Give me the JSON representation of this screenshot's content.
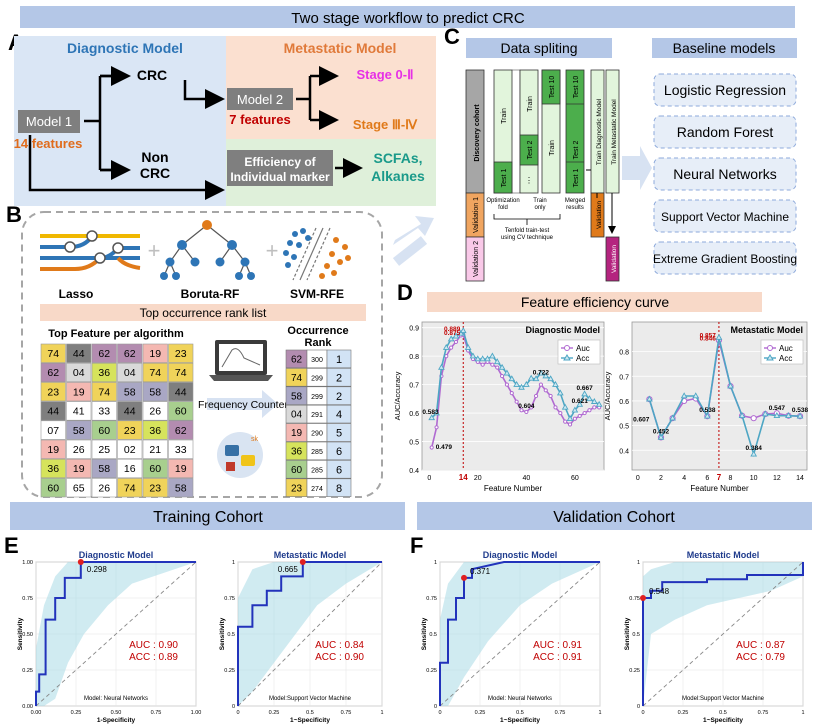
{
  "title": "Two stage workflow to predict CRC",
  "panelA": {
    "letter": "A",
    "diagnostic_header": "Diagnostic Model",
    "metastatic_header": "Metastatic Model",
    "model1": "Model 1",
    "model1_features": "14 features",
    "crc": "CRC",
    "non_crc_1": "Non",
    "non_crc_2": "CRC",
    "model2": "Model 2",
    "model2_features": "7 features",
    "stage_early": "Stage 0-Ⅱ",
    "stage_late": "Stage Ⅲ-Ⅳ",
    "efficiency_1": "Efficiency of",
    "efficiency_2": "Individual marker",
    "scfas": "SCFAs,",
    "alkanes": "Alkanes"
  },
  "panelB": {
    "letter": "B",
    "methods": [
      "Lasso",
      "Boruta-RF",
      "SVM-RFE"
    ],
    "rank_list_title": "Top occurrence rank list",
    "grid_title": "Top Feature per algorithm",
    "grid": [
      [
        "74",
        "44",
        "62",
        "62",
        "19",
        "23"
      ],
      [
        "62",
        "04",
        "36",
        "04",
        "74",
        "74"
      ],
      [
        "23",
        "19",
        "74",
        "58",
        "58",
        "44"
      ],
      [
        "44",
        "41",
        "33",
        "44",
        "26",
        "60"
      ],
      [
        "07",
        "58",
        "60",
        "23",
        "36",
        "62"
      ],
      [
        "19",
        "26",
        "25",
        "02",
        "21",
        "33"
      ],
      [
        "36",
        "19",
        "58",
        "16",
        "60",
        "19"
      ],
      [
        "60",
        "65",
        "26",
        "74",
        "23",
        "58"
      ]
    ],
    "counter_label": "Frequency Counter",
    "occurrence_title_1": "Occurrence",
    "occurrence_title_2": "Rank",
    "occurrence": [
      {
        "feature": "62",
        "count": "300",
        "rank": "1"
      },
      {
        "feature": "74",
        "count": "299",
        "rank": "2"
      },
      {
        "feature": "58",
        "count": "299",
        "rank": "2"
      },
      {
        "feature": "04",
        "count": "291",
        "rank": "4"
      },
      {
        "feature": "19",
        "count": "290",
        "rank": "5"
      },
      {
        "feature": "36",
        "count": "285",
        "rank": "6"
      },
      {
        "feature": "60",
        "count": "285",
        "rank": "6"
      },
      {
        "feature": "23",
        "count": "274",
        "rank": "8"
      }
    ],
    "colors": {
      "74": "#f0d35a",
      "44": "#7f7f7f",
      "62": "#b38cb0",
      "19": "#f4b8b2",
      "23": "#f0d35a",
      "04": "#d9d9d9",
      "36": "#d6e35c",
      "58": "#a9a7c4",
      "41": "#ffffff",
      "33": "#ffffff",
      "26": "#ffffff",
      "60": "#a8cf8e",
      "07": "#ffffff",
      "25": "#ffffff",
      "02": "#ffffff",
      "21": "#ffffff",
      "16": "#ffffff",
      "65": "#ffffff"
    }
  },
  "panelC": {
    "letter": "C",
    "split_title": "Data spliting",
    "baseline_title": "Baseline models",
    "discovery": "Discovery cohort",
    "validation1": "Validation 1",
    "validation2": "Validation 2",
    "train": "Train",
    "test1": "Test 1",
    "test2": "Test 2",
    "test10": "Test 10",
    "train_diag": "Train Diagnostic Model",
    "train_meta": "Train Metastatic Model",
    "validation": "Validation",
    "opt_fold_1": "Optimization",
    "opt_fold_2": "fold",
    "train_only_1": "Train",
    "train_only_2": "only",
    "merged_1": "Merged",
    "merged_2": "results",
    "tenfold_1": "Tenfold train-test",
    "tenfold_2": "using CV technique",
    "models": [
      "Logistic Regression",
      "Random Forest",
      "Neural Networks",
      "Support Vector Machine",
      "Extreme Gradient Boosting"
    ]
  },
  "panelD": {
    "letter": "D",
    "title": "Feature efficiency curve"
  },
  "chart_data": [
    {
      "type": "line",
      "title": "Diagnostic Model",
      "xlabel": "Feature Number",
      "ylabel": "AUC/Accuracy",
      "xlim": [
        -3,
        72
      ],
      "ylim": [
        0.4,
        0.92
      ],
      "xticks": [
        "0",
        "14",
        "20",
        "40",
        "60"
      ],
      "yticks": [
        "0.4",
        "0.5",
        "0.6",
        "0.7",
        "0.8",
        "0.9"
      ],
      "vline": 14,
      "vline_label": "14",
      "legend": "top-right",
      "series": [
        {
          "name": "Auc",
          "x": [
            1,
            3,
            5,
            7,
            9,
            11,
            13,
            14,
            16,
            18,
            20,
            22,
            24,
            26,
            28,
            30,
            32,
            34,
            36,
            38,
            40,
            42,
            44,
            46,
            48,
            50,
            52,
            54,
            56,
            58,
            60,
            62,
            64,
            66,
            68,
            70
          ],
          "y": [
            0.479,
            0.55,
            0.73,
            0.8,
            0.83,
            0.85,
            0.873,
            0.875,
            0.82,
            0.79,
            0.78,
            0.77,
            0.78,
            0.77,
            0.76,
            0.73,
            0.7,
            0.67,
            0.64,
            0.61,
            0.604,
            0.62,
            0.66,
            0.7,
            0.68,
            0.66,
            0.62,
            0.6,
            0.57,
            0.56,
            0.58,
            0.59,
            0.6,
            0.61,
            0.62,
            0.62
          ]
        },
        {
          "name": "Acc",
          "x": [
            1,
            3,
            5,
            7,
            9,
            11,
            13,
            14,
            16,
            18,
            20,
            22,
            24,
            26,
            28,
            30,
            32,
            34,
            36,
            38,
            40,
            42,
            44,
            46,
            48,
            50,
            52,
            54,
            56,
            58,
            60,
            62,
            64,
            66,
            68,
            70
          ],
          "y": [
            0.583,
            0.6,
            0.76,
            0.83,
            0.86,
            0.87,
            0.88,
            0.889,
            0.83,
            0.8,
            0.79,
            0.79,
            0.79,
            0.8,
            0.78,
            0.76,
            0.74,
            0.72,
            0.7,
            0.69,
            0.7,
            0.722,
            0.72,
            0.74,
            0.73,
            0.72,
            0.7,
            0.67,
            0.62,
            0.58,
            0.61,
            0.63,
            0.667,
            0.65,
            0.64,
            0.63
          ]
        }
      ],
      "annotations": [
        {
          "x": 0.5,
          "y": 0.583,
          "text": "0.583"
        },
        {
          "x": 6,
          "y": 0.46,
          "text": "0.479"
        },
        {
          "x": 14,
          "y": 0.889,
          "text": "0.889"
        },
        {
          "x": 14,
          "y": 0.875,
          "text": "0.875"
        },
        {
          "x": 46,
          "y": 0.722,
          "text": "0.722"
        },
        {
          "x": 40,
          "y": 0.604,
          "text": "0.604"
        },
        {
          "x": 64,
          "y": 0.667,
          "text": "0.667"
        },
        {
          "x": 62,
          "y": 0.621,
          "text": "0.621"
        }
      ]
    },
    {
      "type": "line",
      "title": "Metastatic Model",
      "xlabel": "Feature Number",
      "ylabel": "AUC/Accuracy",
      "xlim": [
        -0.5,
        14.6
      ],
      "ylim": [
        0.32,
        0.92
      ],
      "xticks": [
        "0",
        "2",
        "4",
        "6",
        "7",
        "8",
        "10",
        "12",
        "14"
      ],
      "yticks": [
        "0.4",
        "0.5",
        "0.6",
        "0.7",
        "0.8"
      ],
      "vline": 7,
      "vline_label": "7",
      "legend": "top-right",
      "series": [
        {
          "name": "Auc",
          "x": [
            1,
            2,
            3,
            4,
            5,
            6,
            7,
            8,
            9,
            10,
            11,
            12,
            13,
            14
          ],
          "y": [
            0.607,
            0.452,
            0.53,
            0.6,
            0.61,
            0.538,
            0.846,
            0.66,
            0.54,
            0.53,
            0.547,
            0.55,
            0.54,
            0.538
          ]
        },
        {
          "name": "Acc",
          "x": [
            1,
            2,
            3,
            4,
            5,
            6,
            7,
            8,
            9,
            10,
            11,
            12,
            13,
            14
          ],
          "y": [
            0.607,
            0.452,
            0.53,
            0.62,
            0.62,
            0.538,
            0.857,
            0.66,
            0.54,
            0.384,
            0.547,
            0.54,
            0.54,
            0.538
          ]
        }
      ],
      "annotations": [
        {
          "x": 0.3,
          "y": 0.5,
          "text": "0.607"
        },
        {
          "x": 2,
          "y": 0.452,
          "text": "0.452"
        },
        {
          "x": 6,
          "y": 0.538,
          "text": "0.538"
        },
        {
          "x": 7,
          "y": 0.857,
          "text": "0.857"
        },
        {
          "x": 7,
          "y": 0.846,
          "text": "0.846"
        },
        {
          "x": 10,
          "y": 0.384,
          "text": "0.384"
        },
        {
          "x": 12,
          "y": 0.547,
          "text": "0.547"
        },
        {
          "x": 14,
          "y": 0.538,
          "text": "0.538"
        }
      ]
    },
    {
      "type": "line",
      "title": "Diagnostic Model",
      "xlabel": "1-Specificity",
      "ylabel": "Sensitivity",
      "xlim": [
        0,
        1
      ],
      "ylim": [
        0,
        1
      ],
      "xticks": [
        "0.00",
        "0.25",
        "0.50",
        "0.75",
        "1.00"
      ],
      "yticks": [
        "0.00",
        "0.25",
        "0.50",
        "0.75",
        "1.00"
      ],
      "roc": {
        "x": [
          0,
          0,
          0.02,
          0.02,
          0.06,
          0.06,
          0.12,
          0.12,
          0.18,
          0.18,
          0.28,
          0.28,
          0.4,
          0.4,
          1
        ],
        "y": [
          0,
          0.1,
          0.1,
          0.22,
          0.22,
          0.6,
          0.6,
          0.75,
          0.75,
          0.89,
          0.89,
          1.0,
          1.0,
          1.0,
          1.0
        ]
      },
      "band_lower": [
        0,
        0,
        0.05,
        0.3,
        0.5,
        0.7,
        0.85,
        1
      ],
      "band_upper": [
        0.4,
        0.7,
        0.9,
        1,
        1,
        1,
        1,
        1
      ],
      "band_x": [
        0,
        0.05,
        0.12,
        0.2,
        0.3,
        0.45,
        0.6,
        1
      ],
      "cutoff": {
        "x": 0.28,
        "y": 1.0,
        "text": "0.298"
      },
      "metrics": [
        "AUC : 0.90",
        "ACC : 0.89"
      ],
      "model_label": "Model: Neural Networks"
    },
    {
      "type": "line",
      "title": "Metastatic Model",
      "xlabel": "1~Specificity",
      "ylabel": "Sensitivity",
      "xlim": [
        0,
        1
      ],
      "ylim": [
        0,
        1
      ],
      "xticks": [
        "0",
        "0.25",
        "0.5",
        "0.75",
        "1"
      ],
      "yticks": [
        "0",
        "0.25",
        "0.5",
        "0.75",
        "1"
      ],
      "roc": {
        "x": [
          0,
          0,
          0.1,
          0.1,
          0.2,
          0.2,
          0.3,
          0.3,
          0.45,
          0.45,
          0.62,
          1
        ],
        "y": [
          0,
          0.55,
          0.55,
          0.7,
          0.7,
          0.8,
          0.8,
          0.9,
          0.9,
          1,
          1,
          1
        ]
      },
      "band_lower": [
        0,
        0.1,
        0.3,
        0.5,
        0.7,
        0.85,
        1
      ],
      "band_upper": [
        0.75,
        0.95,
        1,
        1,
        1,
        1,
        1
      ],
      "band_x": [
        0,
        0.1,
        0.25,
        0.4,
        0.55,
        0.75,
        1
      ],
      "cutoff": {
        "x": 0.45,
        "y": 1.0,
        "text": "0.665"
      },
      "metrics": [
        "AUC : 0.84",
        "ACC : 0.90"
      ],
      "model_label": "Model:Support Vector Machine"
    },
    {
      "type": "line",
      "title": "Diagnostic Model",
      "xlabel": "1~Specificity",
      "ylabel": "Sensitivity",
      "xlim": [
        0,
        1
      ],
      "ylim": [
        0,
        1
      ],
      "xticks": [
        "0",
        "0.25",
        "0.5",
        "0.75",
        "1"
      ],
      "yticks": [
        "0",
        "0.25",
        "0.5",
        "0.75",
        "1"
      ],
      "roc": {
        "x": [
          0,
          0,
          0.05,
          0.05,
          0.1,
          0.1,
          0.15,
          0.15,
          0.2,
          0.2,
          0.4,
          1
        ],
        "y": [
          0,
          0.3,
          0.3,
          0.6,
          0.6,
          0.75,
          0.75,
          0.89,
          0.89,
          0.95,
          1,
          1
        ]
      },
      "band_lower": [
        0,
        0,
        0.2,
        0.45,
        0.7,
        0.85,
        1
      ],
      "band_upper": [
        0.6,
        0.85,
        1,
        1,
        1,
        1,
        1
      ],
      "band_x": [
        0,
        0.05,
        0.15,
        0.3,
        0.5,
        0.7,
        1
      ],
      "cutoff": {
        "x": 0.15,
        "y": 0.89,
        "text": "0.371"
      },
      "metrics": [
        "AUC : 0.91",
        "ACC : 0.91"
      ],
      "model_label": "Model: Neural Networks"
    },
    {
      "type": "line",
      "title": "Metastatic Model",
      "xlabel": "1~Specificity",
      "ylabel": "Sensitivity",
      "xlim": [
        0,
        1
      ],
      "ylim": [
        0,
        1
      ],
      "xticks": [
        "0",
        "0.25",
        "0.5",
        "0.75",
        "1"
      ],
      "yticks": [
        "0",
        "0.25",
        "0.5",
        "0.75",
        "1"
      ],
      "roc": {
        "x": [
          0,
          0,
          0.05,
          0.05,
          0.12,
          0.12,
          0.4,
          0.4,
          0.65,
          0.65,
          1,
          1
        ],
        "y": [
          0,
          0.75,
          0.75,
          0.8,
          0.8,
          0.86,
          0.86,
          0.88,
          0.88,
          0.91,
          0.91,
          1
        ]
      },
      "band_lower": [
        0,
        0.5,
        0.6,
        0.7,
        0.75,
        0.8,
        0.9
      ],
      "band_upper": [
        0.9,
        0.95,
        1,
        1,
        1,
        1,
        1
      ],
      "band_x": [
        0,
        0.05,
        0.2,
        0.4,
        0.6,
        0.8,
        1
      ],
      "cutoff": {
        "x": 0,
        "y": 0.75,
        "text": "0.548"
      },
      "metrics": [
        "AUC : 0.87",
        "ACC : 0.79"
      ],
      "model_label": "Model:Support Vector Machine"
    }
  ],
  "panelE": {
    "letter": "E",
    "title": "Training Cohort"
  },
  "panelF": {
    "letter": "F",
    "title": "Validation Cohort"
  }
}
